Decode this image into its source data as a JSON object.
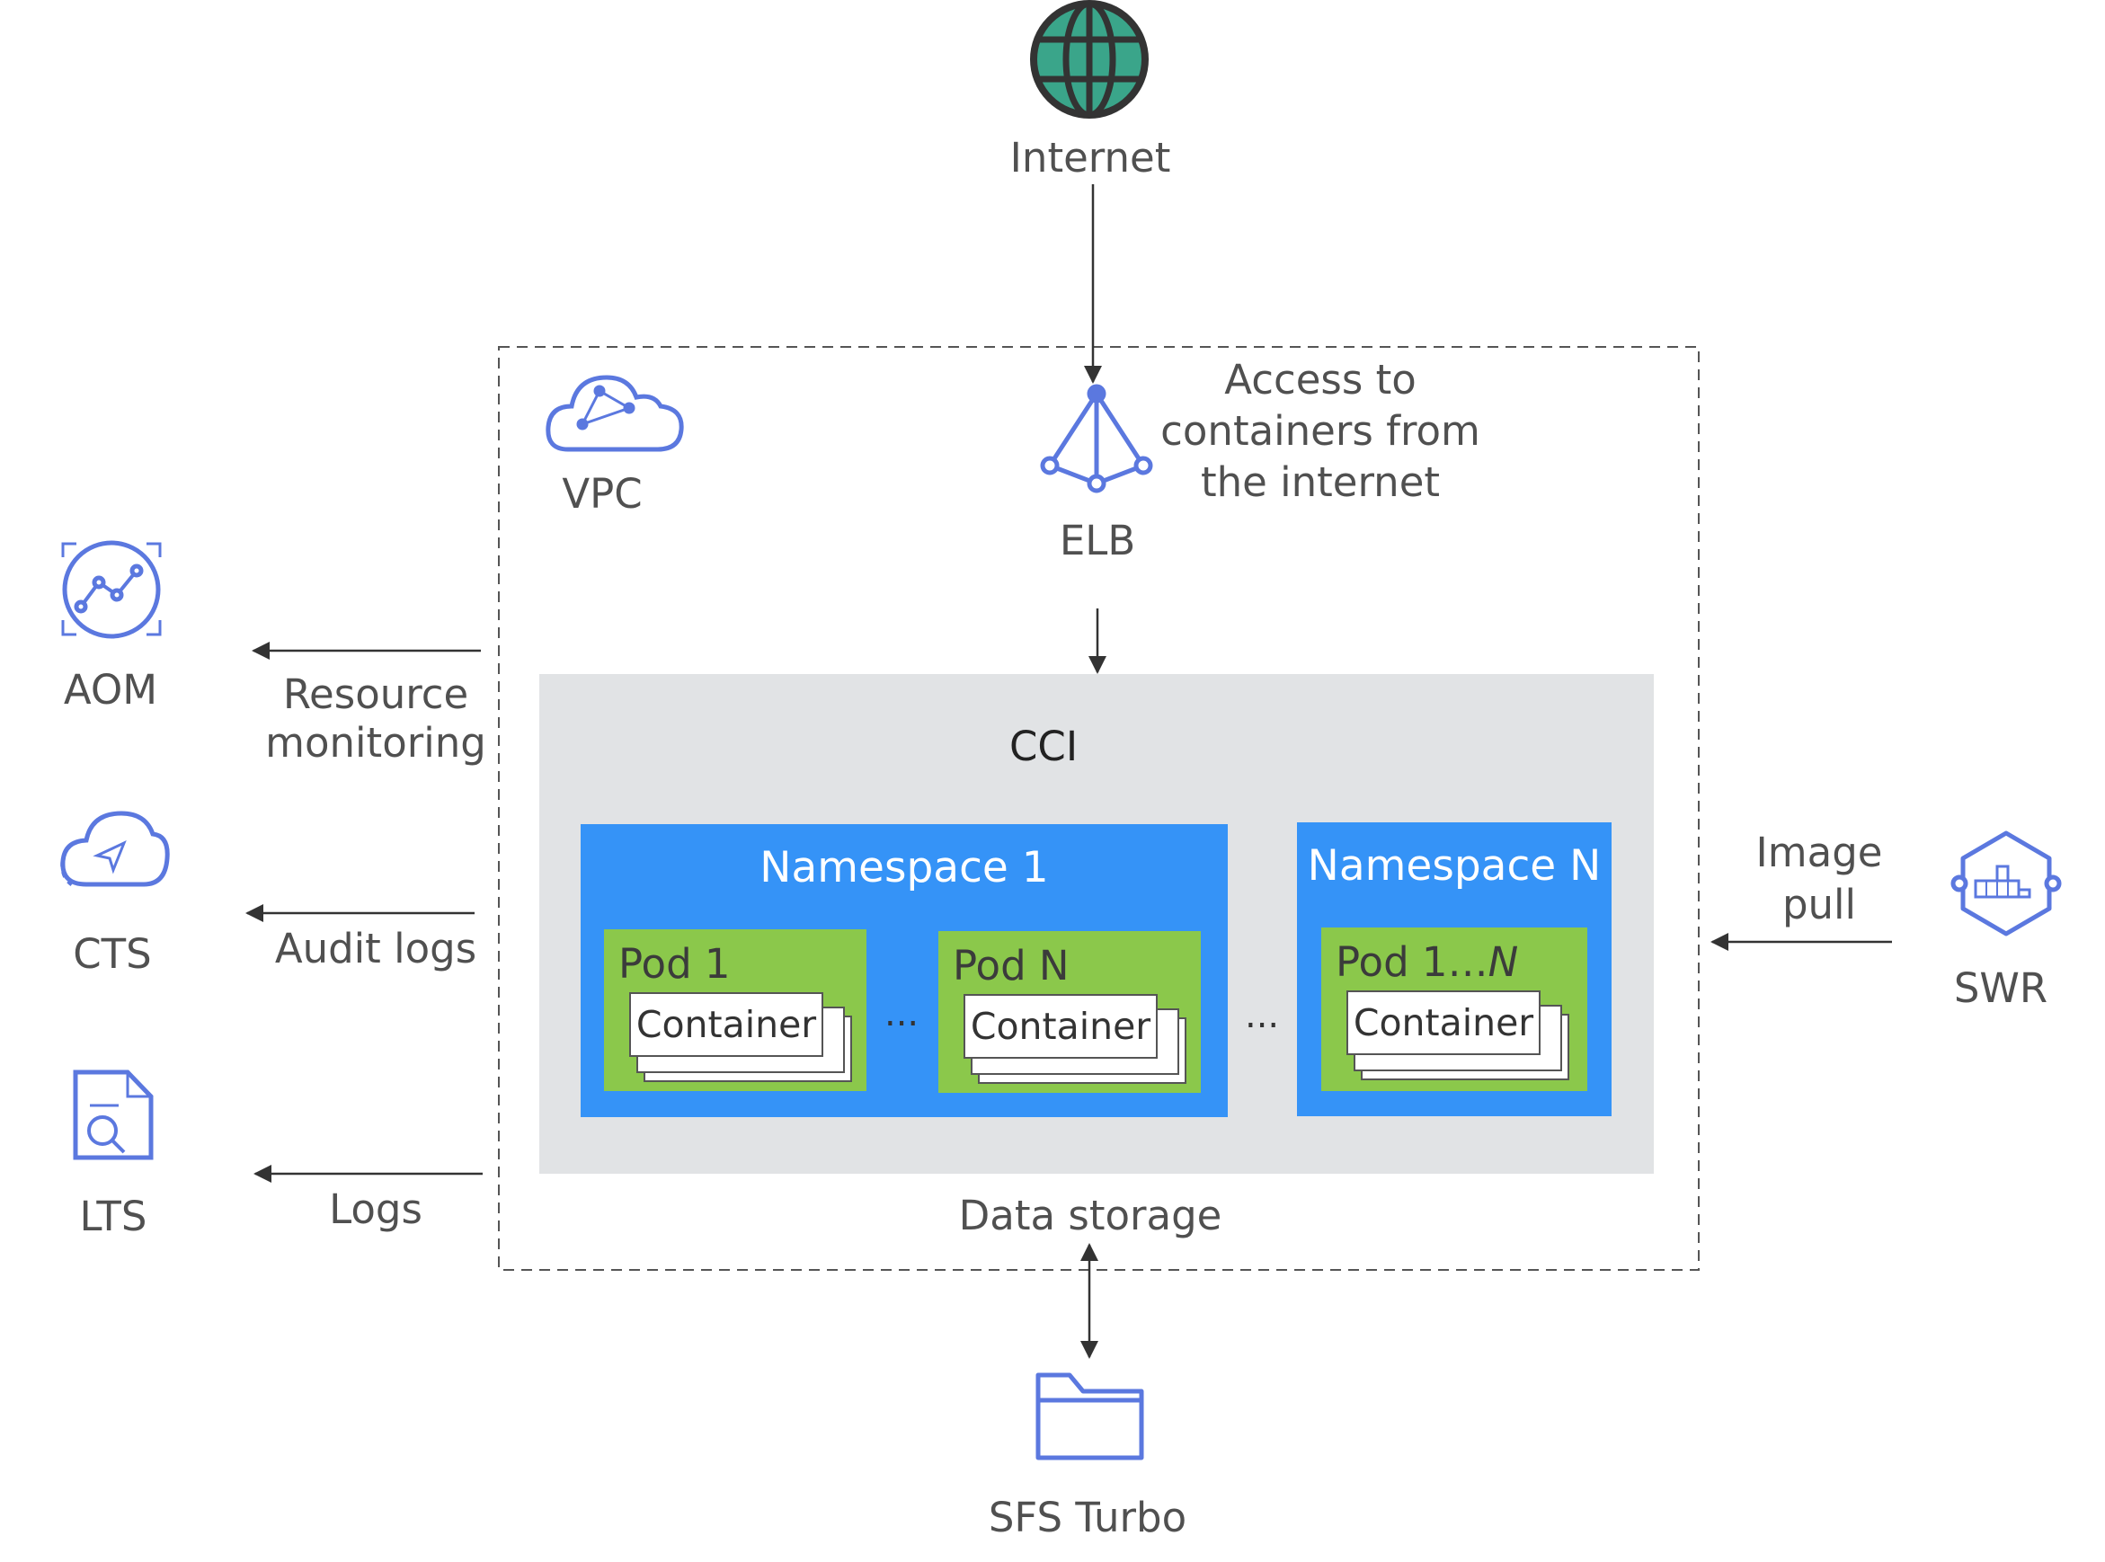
{
  "internet": {
    "label": "Internet"
  },
  "vpc": {
    "label": "VPC"
  },
  "elb": {
    "label": "ELB",
    "note": "Access to\ncontainers from\nthe internet"
  },
  "cci": {
    "label": "CCI"
  },
  "namespaces": [
    {
      "title": "Namespace 1",
      "pods": [
        {
          "title": "Pod 1",
          "container": "Container"
        },
        {
          "title": "Pod N",
          "container": "Container"
        }
      ]
    },
    {
      "title": "Namespace N",
      "pods": [
        {
          "title_prefix": "Pod 1…",
          "title_italic": "N",
          "container": "Container"
        }
      ]
    }
  ],
  "ellipsis": "...",
  "data_storage": "Data storage",
  "sfs": {
    "label": "SFS Turbo"
  },
  "swr": {
    "label": "SWR",
    "edge": "Image\npull"
  },
  "aom": {
    "label": "AOM",
    "edge": "Resource\nmonitoring"
  },
  "cts": {
    "label": "CTS",
    "edge": "Audit logs"
  },
  "lts": {
    "label": "LTS",
    "edge": "Logs"
  },
  "colors": {
    "icon_blue": "#5b78df",
    "namespace_blue": "#3593f7",
    "pod_green": "#8bc84b",
    "cci_gray": "#e1e3e5",
    "globe_teal": "#3aa58a",
    "dark": "#333333"
  }
}
